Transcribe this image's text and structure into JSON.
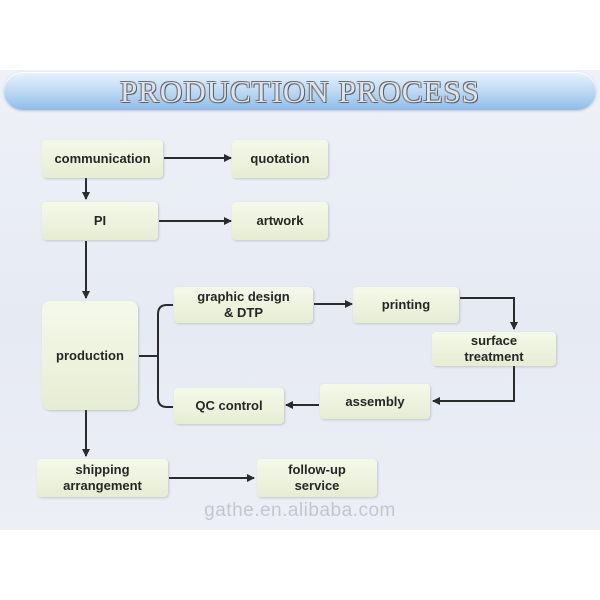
{
  "title": "PRODUCTION PROCESS",
  "nodes": {
    "communication": "communication",
    "quotation": "quotation",
    "pi": "PI",
    "artwork": "artwork",
    "production": "production",
    "graphic_design": "graphic design\n& DTP",
    "printing": "printing",
    "surface_treatment": "surface\ntreatment",
    "assembly": "assembly",
    "qc_control": "QC control",
    "shipping": "shipping\narrangement",
    "follow_up": "follow-up\nservice"
  },
  "watermark": "gathe.en.alibaba.com",
  "colors": {
    "node_fill": "#eaf0da",
    "arrow": "#2b2b2b",
    "title_bar": "#a9cdf0"
  }
}
